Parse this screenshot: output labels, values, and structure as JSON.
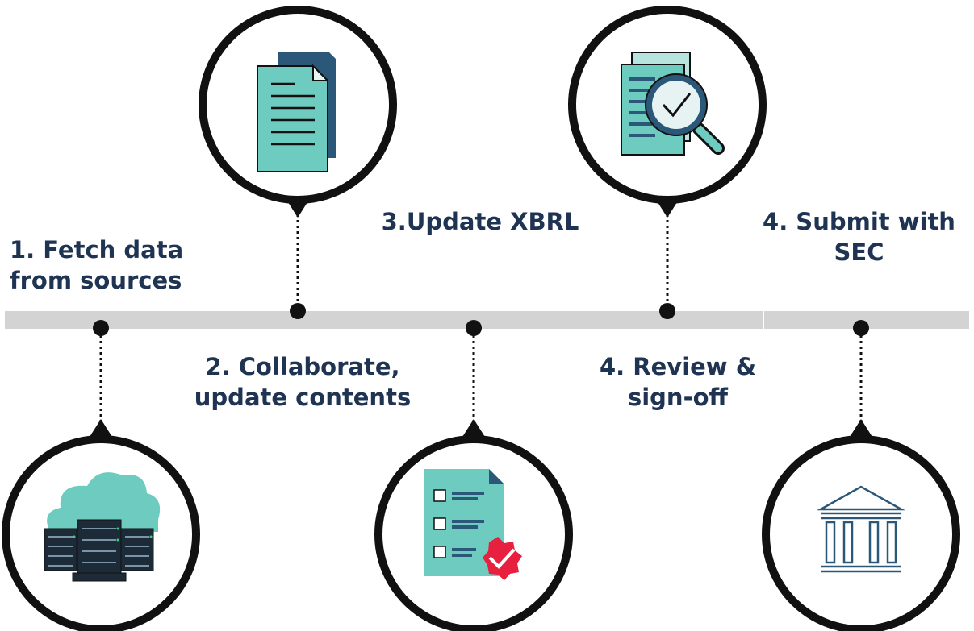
{
  "steps": [
    {
      "id": "fetch",
      "label_line1": "1. Fetch data",
      "label_line2": "from sources",
      "icon": "cloud-server-icon"
    },
    {
      "id": "collaborate",
      "label_line1": "2. Collaborate,",
      "label_line2": "update contents",
      "icon": "document-icon"
    },
    {
      "id": "xbrl",
      "label_line1": "3.Update XBRL",
      "label_line2": "",
      "icon": "checklist-badge-icon"
    },
    {
      "id": "review",
      "label_line1": "4. Review &",
      "label_line2": "sign-off",
      "icon": "magnifier-check-icon"
    },
    {
      "id": "submit",
      "label_line1": "4. Submit with",
      "label_line2": "SEC",
      "icon": "bank-icon"
    }
  ],
  "colors": {
    "outline": "#111111",
    "timeline": "#d3d3d3",
    "text": "#1f3352",
    "teal": "#6dcbc0",
    "navy": "#2b5878",
    "red": "#e8203f"
  }
}
